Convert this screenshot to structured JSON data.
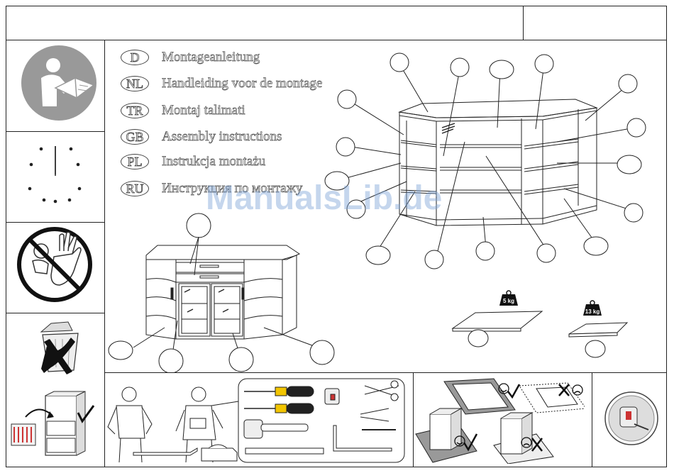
{
  "languages": [
    {
      "code": "D",
      "text": "Montageanleitung"
    },
    {
      "code": "NL",
      "text": "Handleiding voor de montage"
    },
    {
      "code": "TR",
      "text": "Montaj  talimati"
    },
    {
      "code": "GB",
      "text": "Assembly instructions"
    },
    {
      "code": "PL",
      "text": "Instrukcja montażu"
    },
    {
      "code": "RU",
      "text": "Инструкция по монтажу"
    }
  ],
  "weights": {
    "board_a": "5 kg",
    "board_b": "13 kg"
  },
  "watermark": "ManualsLib.de",
  "icons": [
    "read-manual-icon",
    "clock-icon",
    "no-children-icon",
    "no-trash-icon",
    "cabinet-storage-icon",
    "tape-measure-icon"
  ],
  "colors": {
    "line": "#222222",
    "icon_gray": "#999999",
    "watermark": "#7fa6d8"
  }
}
